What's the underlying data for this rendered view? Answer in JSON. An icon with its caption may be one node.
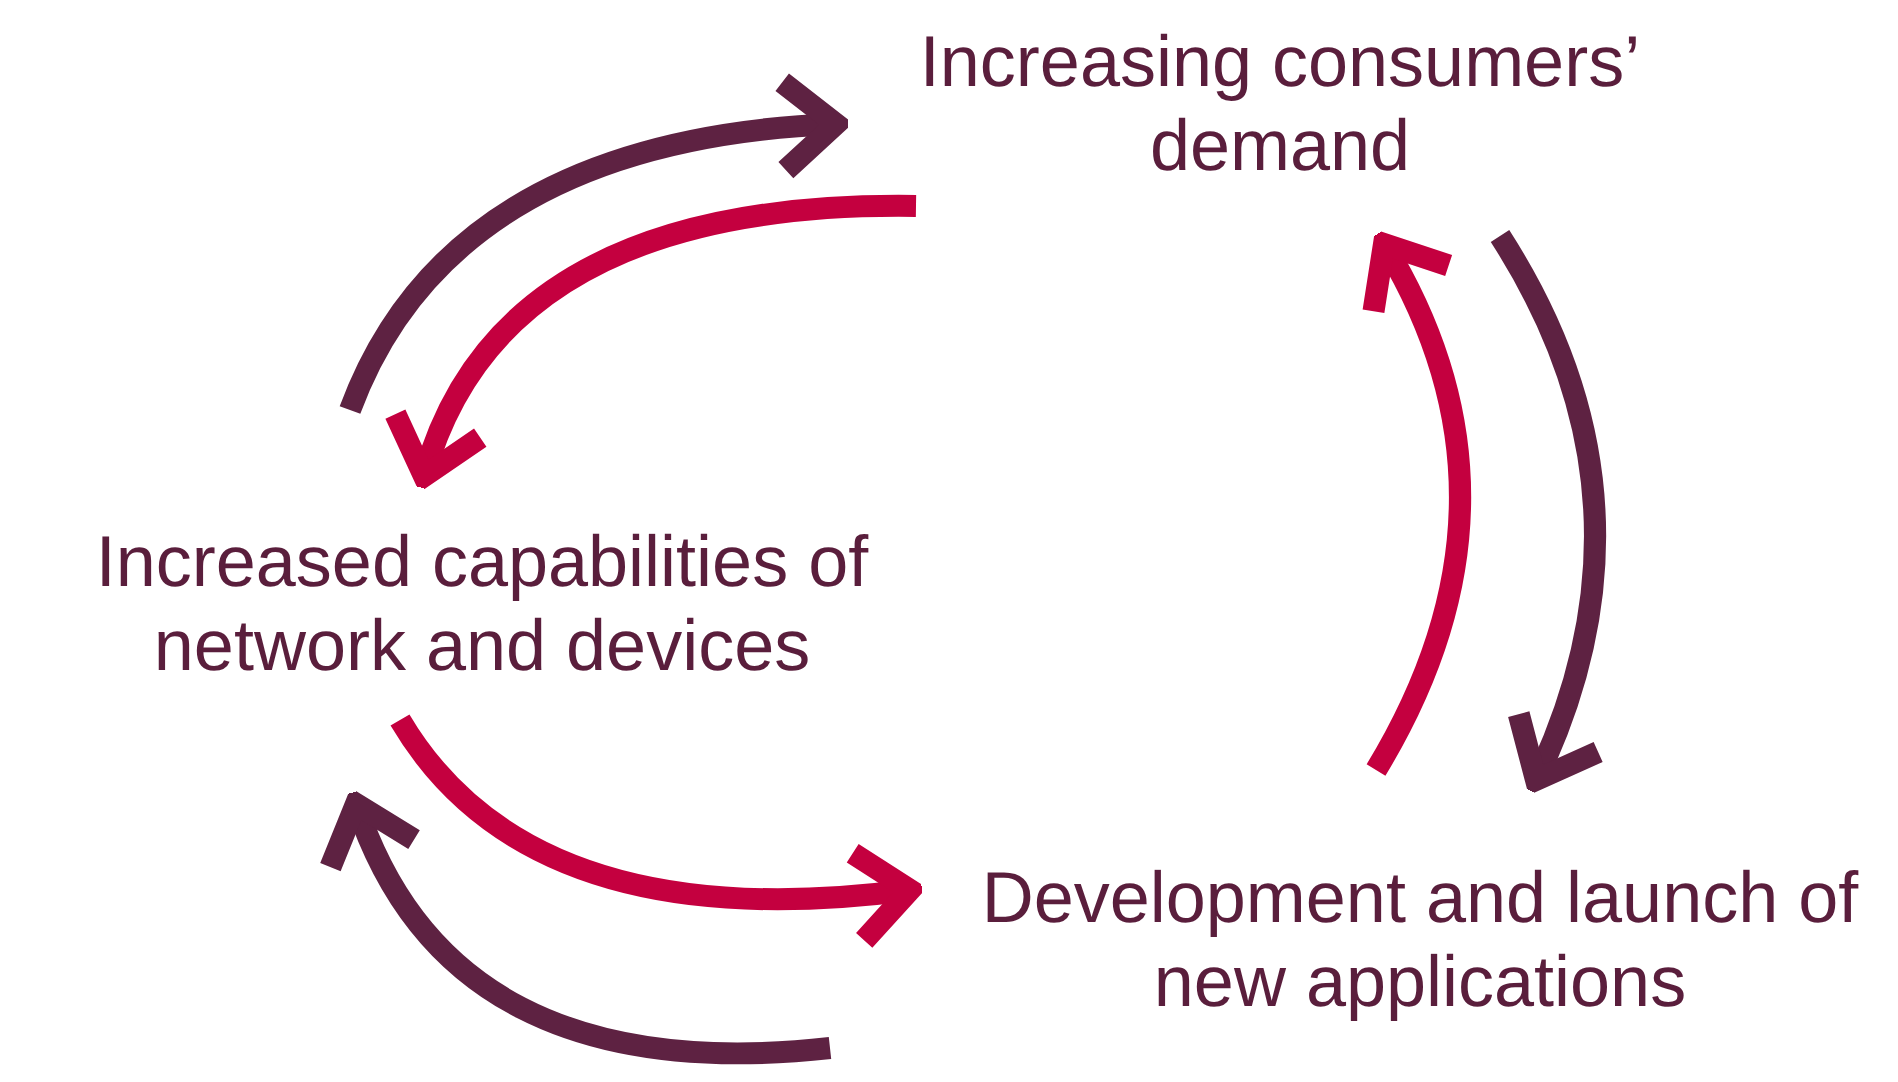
{
  "diagram": {
    "nodes": [
      {
        "text": [
          "Increasing consumers’ demand"
        ]
      },
      {
        "text": [
          "Increased capabilities of network and devices"
        ]
      },
      {
        "text": [
          "Development and launch of new applications"
        ]
      }
    ],
    "edges": [
      {
        "from": 1,
        "to": 0,
        "arrow": "to",
        "color": "#5e2242"
      },
      {
        "from": 0,
        "to": 1,
        "arrow": "to",
        "color": "#c4003f"
      },
      {
        "from": 2,
        "to": 0,
        "arrow": "to",
        "color": "#c4003f"
      },
      {
        "from": 0,
        "to": 2,
        "arrow": "to",
        "color": "#5e2242"
      },
      {
        "from": 1,
        "to": 2,
        "arrow": "to",
        "color": "#c4003f"
      },
      {
        "from": 2,
        "to": 1,
        "arrow": "to",
        "color": "#5e2242"
      }
    ]
  }
}
